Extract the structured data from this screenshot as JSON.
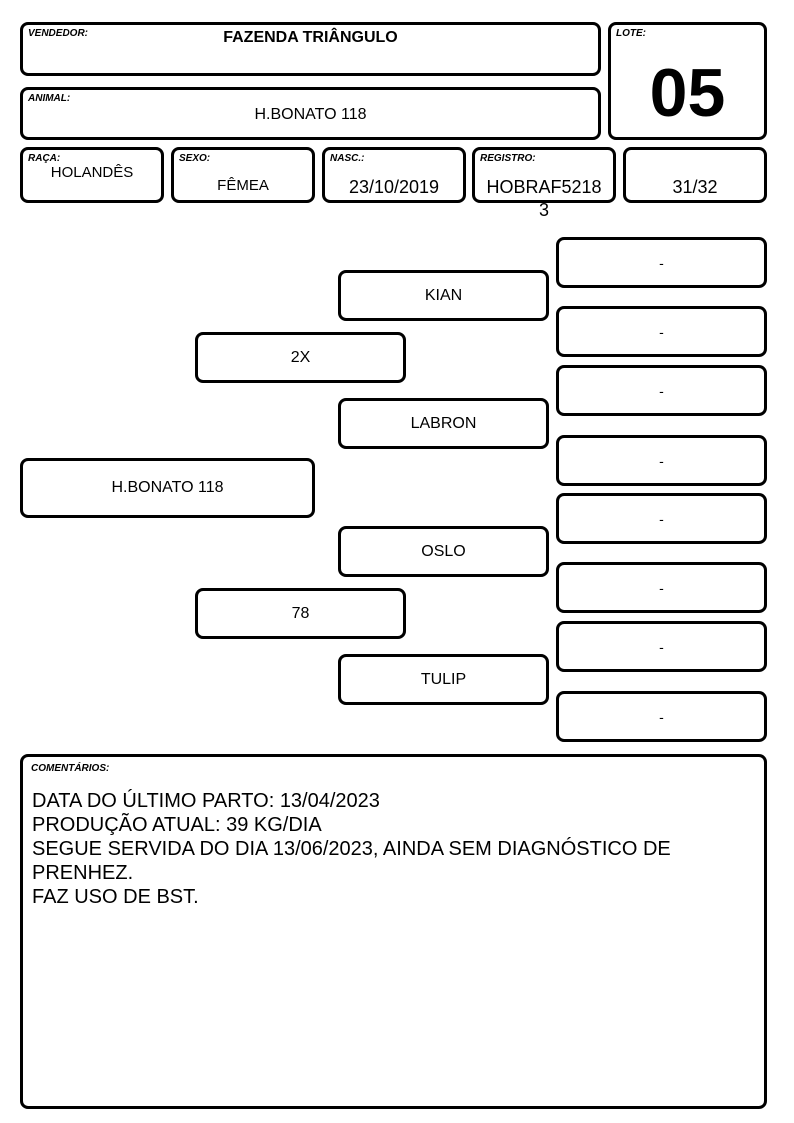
{
  "header": {
    "seller_label": "VENDEDOR:",
    "seller_value": "FAZENDA TRIÂNGULO",
    "lot_label": "LOTE:",
    "lot_value": "05",
    "animal_label": "ANIMAL:",
    "animal_value": "H.BONATO 118"
  },
  "info": {
    "breed_label": "RAÇA:",
    "breed_value": "HOLANDÊS",
    "sex_label": "SEXO:",
    "sex_value": "FÊMEA",
    "birth_label": "NASC.:",
    "birth_value": "23/10/2019",
    "registry_label": "REGISTRO:",
    "registry_value": "HOBRAF5218",
    "registry_overflow": "3",
    "fraction_value": "31/32"
  },
  "pedigree": {
    "animal": "H.BONATO 118",
    "sire": "2X",
    "dam": "78",
    "sire_sire": "KIAN",
    "sire_dam": "LABRON",
    "dam_sire": "OSLO",
    "dam_dam": "TULIP",
    "great_grandparents": [
      "-",
      "-",
      "-",
      "-",
      "-",
      "-",
      "-",
      "-"
    ]
  },
  "comments": {
    "label": "COMENTÁRIOS:",
    "lines": [
      "DATA DO ÚLTIMO PARTO: 13/04/2023",
      "PRODUÇÃO ATUAL: 39 KG/DIA",
      "SEGUE SERVIDA DO DIA 13/06/2023, AINDA SEM DIAGNÓSTICO DE",
      "PRENHEZ.",
      "FAZ USO DE BST."
    ]
  }
}
